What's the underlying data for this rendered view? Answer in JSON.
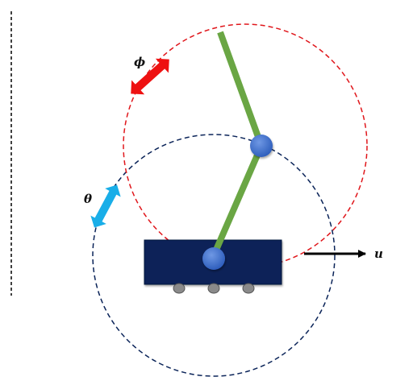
{
  "labels": {
    "phi": "ϕ",
    "theta": "θ",
    "u": "u"
  },
  "colors": {
    "background": "#ffffff",
    "cart": "#0b2459",
    "pole": "#6aa644",
    "joint": "#3a6bc8",
    "wheel": "#8a8a8a",
    "ground": "#9a9a9a",
    "phi_circle": "#e0161b",
    "theta_circle": "#0b2459",
    "phi_arrow": "#ee1111",
    "theta_arrow": "#19aee8",
    "force_arrow": "#000000",
    "wall_line": "#000000"
  },
  "icons": {
    "phi_arrow": "double-headed-arrow-icon",
    "theta_arrow": "double-headed-arrow-icon",
    "force_arrow": "right-arrow-icon",
    "wheel": "wheel-icon",
    "joint": "joint-icon"
  }
}
